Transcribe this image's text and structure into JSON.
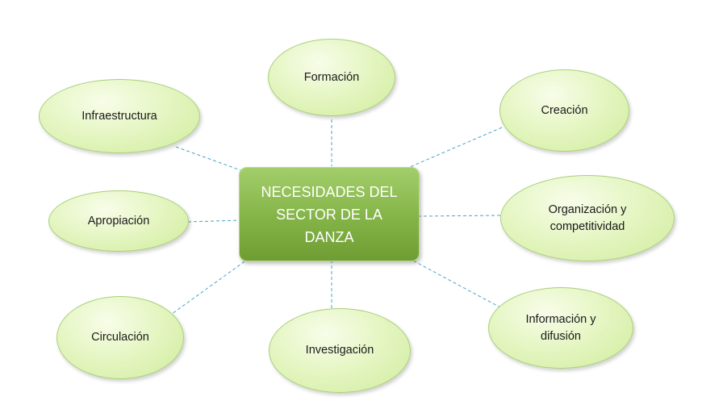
{
  "diagram": {
    "center": {
      "label": "NECESIDADES DEL\nSECTOR DE LA\nDANZA"
    },
    "nodes": {
      "formacion": "Formación",
      "creacion": "Creación",
      "organizacion": "Organización y\ncompetitividad",
      "informacion": "Información y\ndifusión",
      "investigacion": "Investigación",
      "circulacion": "Circulación",
      "apropiacion": "Apropiación",
      "infraestructura": "Infraestructura"
    },
    "colors": {
      "node_fill": "#e6f6c4",
      "node_border": "#a9cf7a",
      "center_fill": "#86b64a",
      "connector": "#4aa3c8"
    }
  }
}
